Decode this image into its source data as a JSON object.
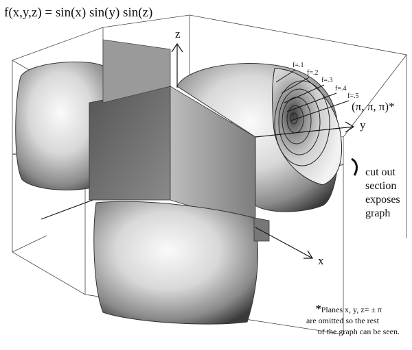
{
  "figure": {
    "title": "f(x,y,z) = sin(x) sin(y) sin(z)",
    "axes": {
      "x": "x",
      "y": "y",
      "z": "z"
    },
    "level_labels": [
      "f=.1",
      "f=.2",
      "f=.3",
      "f=.4",
      "f=.5"
    ],
    "corner_point": "(π, π, π)*",
    "cut_note": [
      "cut out",
      "section",
      "exposes",
      "graph"
    ],
    "footnote": {
      "star": "*",
      "line1": "Planes x, y, z= ± π",
      "line2": "are omitted so the rest",
      "line3": "of the graph can be seen."
    },
    "colors": {
      "ink": "#111111",
      "plane_dark": "#6f6f6f",
      "plane_mid": "#a8a8a8",
      "plane_light": "#e6e6e6",
      "blob": "#c4c4c4"
    }
  }
}
